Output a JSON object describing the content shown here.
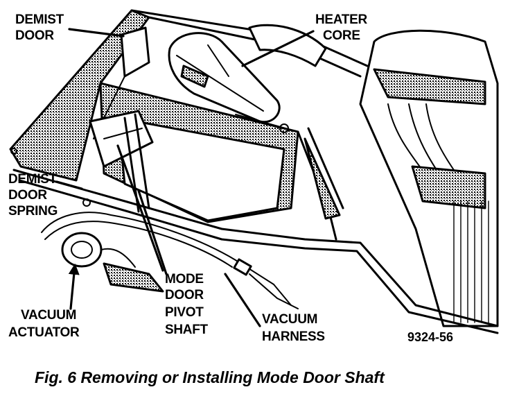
{
  "labels": {
    "demist_door": [
      "DEMIST",
      "DOOR"
    ],
    "heater_core": [
      "HEATER",
      "CORE"
    ],
    "demist_door_spring": [
      "DEMIST",
      "DOOR",
      "SPRING"
    ],
    "vacuum_actuator": [
      "VACUUM",
      "ACTUATOR"
    ],
    "mode_door_pivot_shaft": [
      "MODE",
      "DOOR",
      "PIVOT",
      "SHAFT"
    ],
    "vacuum_harness": [
      "VACUUM",
      "HARNESS"
    ]
  },
  "figure_number": "9324-56",
  "caption": "Fig. 6 Removing or Installing Mode Door Shaft"
}
